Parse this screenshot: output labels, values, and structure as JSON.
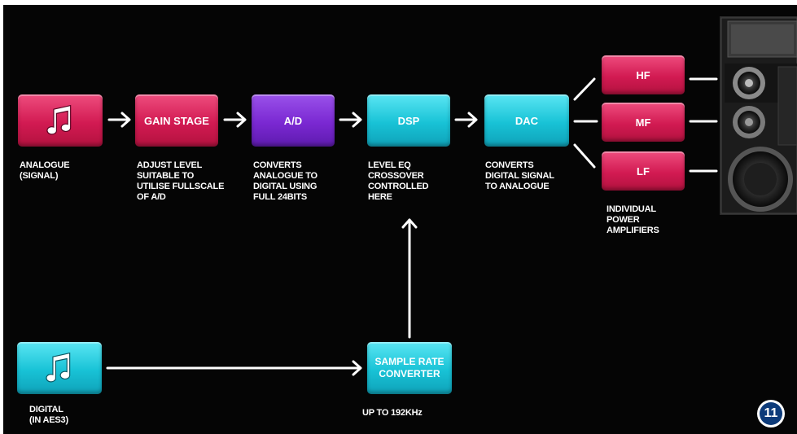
{
  "boxes": {
    "analogue": {
      "icon": "music-note-icon"
    },
    "gain_stage": "GAIN STAGE",
    "ad": "A/D",
    "dsp": "DSP",
    "dac": "DAC",
    "hf": "HF",
    "mf": "MF",
    "lf": "LF",
    "digital": {
      "icon": "music-note-icon"
    },
    "src": "SAMPLE RATE\nCONVERTER"
  },
  "captions": {
    "analogue": "ANALOGUE\n(SIGNAL)",
    "gain_stage": "ADJUST LEVEL\nSUITABLE TO\nUTILISE FULLSCALE\nOF A/D",
    "ad": "CONVERTS\nANALOGUE TO\nDIGITAL USING\nFULL 24BITS",
    "dsp": "LEVEL EQ\nCROSSOVER\nCONTROLLED\nHERE",
    "dac": "CONVERTS\nDIGITAL SIGNAL\nTO ANALOGUE",
    "amps": "INDIVIDUAL\nPOWER\nAMPLIFIERS",
    "digital": "DIGITAL\n(IN AES3)",
    "src": "UP TO 192KHz"
  },
  "page_number": "11",
  "colors": {
    "background": "#050505",
    "pink": "#d21a52",
    "teal": "#18c2d6",
    "purple": "#7a28d2",
    "badge": "#0d3b7a"
  }
}
